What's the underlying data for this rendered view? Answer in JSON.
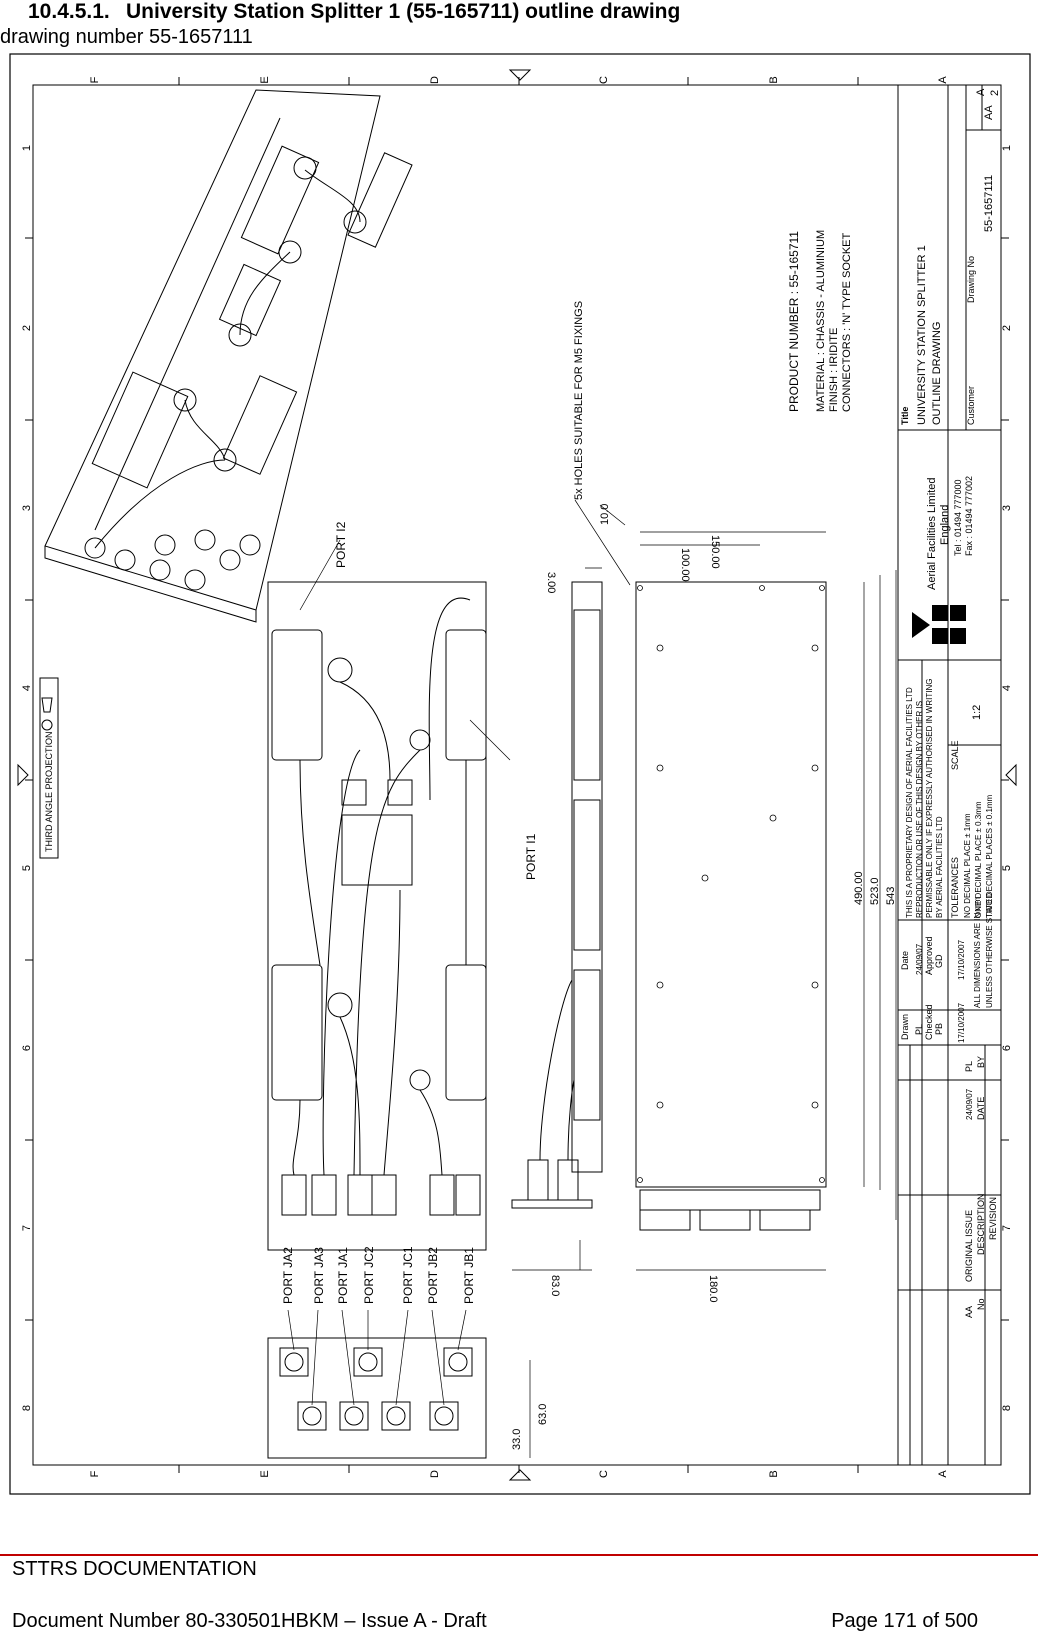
{
  "section": {
    "number": "10.4.5.1.",
    "title": "University Station Splitter 1 (55-165711) outline drawing",
    "subtitle": "drawing number 55-1657111"
  },
  "drawing": {
    "zone_letters": [
      "F",
      "E",
      "D",
      "C",
      "B",
      "A"
    ],
    "zone_numbers": [
      "1",
      "2",
      "3",
      "4",
      "5",
      "6",
      "7",
      "8"
    ],
    "projection_label": "THIRD ANGLE PROJECTION",
    "product_number": "PRODUCT NUMBER : 55-165711",
    "material": "MATERIAL : CHASSIS - ALUMINIUM",
    "finish": "FINISH : IRIDITE",
    "connectors": "CONNECTORS : 'N' TYPE SOCKET",
    "holes_note": "5x HOLES SUITABLE FOR M5 FIXINGS",
    "ports": {
      "i2": "PORT I2",
      "i1": "PORT I1",
      "ja2": "PORT JA2",
      "ja3": "PORT JA3",
      "ja1": "PORT JA1",
      "jc2": "PORT JC2",
      "jc1": "PORT JC1",
      "jb2": "PORT JB2",
      "jb1": "PORT JB1"
    },
    "dimensions": {
      "d10": "10.0",
      "d3": "3.00",
      "d100": "100.00",
      "d150": "150.00",
      "d490": "490.00",
      "d523": "523.0",
      "d543": "543",
      "d83": "83.0",
      "d180": "180.0",
      "d33": "33.0",
      "d63": "63.0"
    },
    "title_block": {
      "title_label": "Title",
      "title_line1": "UNIVERSITY  STATION  SPLITTER 1",
      "title_line2": "OUTLINE DRAWING",
      "customer_label": "Customer",
      "drawing_no_label": "Drawing No",
      "drawing_no": "55-1657111",
      "issue": "AA",
      "sheet": "A",
      "sheet2": "2",
      "company": "Aerial Facilities Limited",
      "country": "England",
      "tel": "Tel : 01494 777000",
      "fax": "Fax : 01494 777002",
      "proprietary": [
        "THIS IS A PROPRIETARY DESIGN  OF AERIAL FACILITIES LTD",
        "REPRODUCTION OR USE OF THIS DESIGN BY OTHER IS",
        "PERMISSABLE ONLY IF EXPRESSLY AUTHORISED IN WRITING",
        "BY AERIAL FACILITIES LTD"
      ],
      "scale_label": "SCALE",
      "scale": "1:2",
      "tolerances": [
        "TOLERANCES",
        "NO DECIMAL PLACE ±  1mm",
        "ONE DECIMAL PLACE ±  0.3mm",
        "TWO DECIMAL  PLACES ± 0.1mm"
      ],
      "drawn_label": "Drawn",
      "drawn_by": "PL",
      "date_label": "Date",
      "drawn_date": "24/09/07",
      "checked_label": "Checked",
      "checked_by": "PB",
      "checked_date": "17/10/2007",
      "approved_label": "Approved",
      "approved_by": "GD",
      "approved_date": "17/10/2007",
      "dims_note1": "ALL DIMENSIONS ARE IN mm",
      "dims_note2": "UNLESS OTHERWISE STATED",
      "rev_issue": "AA",
      "rev_description": "ORIGINAL ISSUE",
      "rev_date": "24/09/07",
      "rev_by": "PL",
      "rev_col_no": "No",
      "rev_col_desc": "DESCRIPTION",
      "rev_col_date": "DATE",
      "rev_col_by": "BY",
      "revision_label": "REVISION"
    }
  },
  "footer": {
    "title": "STTRS DOCUMENTATION",
    "doc_number": "Document Number 80-330501HBKM – Issue A - Draft",
    "page": "Page 171 of 500"
  }
}
